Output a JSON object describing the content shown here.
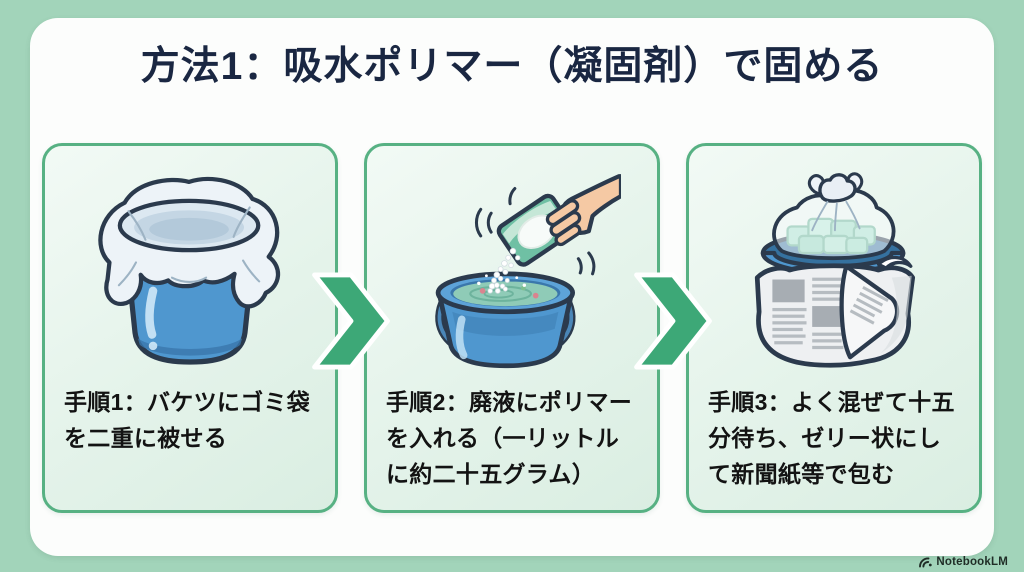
{
  "title": "方法1：吸水ポリマー（凝固剤）で固める",
  "steps": [
    {
      "label": "手順1：バケツにゴミ袋を二重に被せる",
      "icon": "bucket-with-double-bag-illustration"
    },
    {
      "label": "手順2：廃液にポリマーを入れる（一リットルに約二十五グラム）",
      "icon": "hand-pouring-polymer-into-bucket-illustration"
    },
    {
      "label": "手順3：よく混ぜて十五分待ち、ゼリー状にして新聞紙等で包む",
      "icon": "newspaper-wrapped-bucket-with-tied-bag-illustration"
    }
  ],
  "separator_icon": "chevron-right-icon",
  "watermark": {
    "brand": "NotebookLM",
    "icon": "notebooklm-logo-icon"
  },
  "colors": {
    "background": "#a2d4ba",
    "card": "#fcfdfc",
    "panel_bg": "#e7f4ec",
    "panel_border": "#57b183",
    "arrow": "#3da877",
    "title_text": "#1a2742",
    "body_text": "#131313",
    "outline": "#2b3a4d",
    "bucket_blue": "#4f97cf",
    "liquid_green": "#8fcbb7",
    "jelly_green": "#a3e0c9"
  }
}
